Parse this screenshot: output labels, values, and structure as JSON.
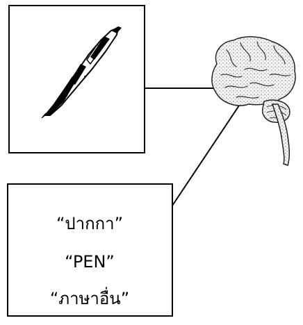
{
  "labels": {
    "thai_word": "“ปากกา”",
    "english_word": "“PEN”",
    "other_language": "“ภาษาอื่น”"
  },
  "colors": {
    "stroke": "#000000",
    "background": "#ffffff",
    "brain_fill": "#f2f2f2",
    "brain_shade": "#bdbdbd"
  },
  "icons": {
    "pen": "pen-icon",
    "brain": "brain-icon"
  }
}
